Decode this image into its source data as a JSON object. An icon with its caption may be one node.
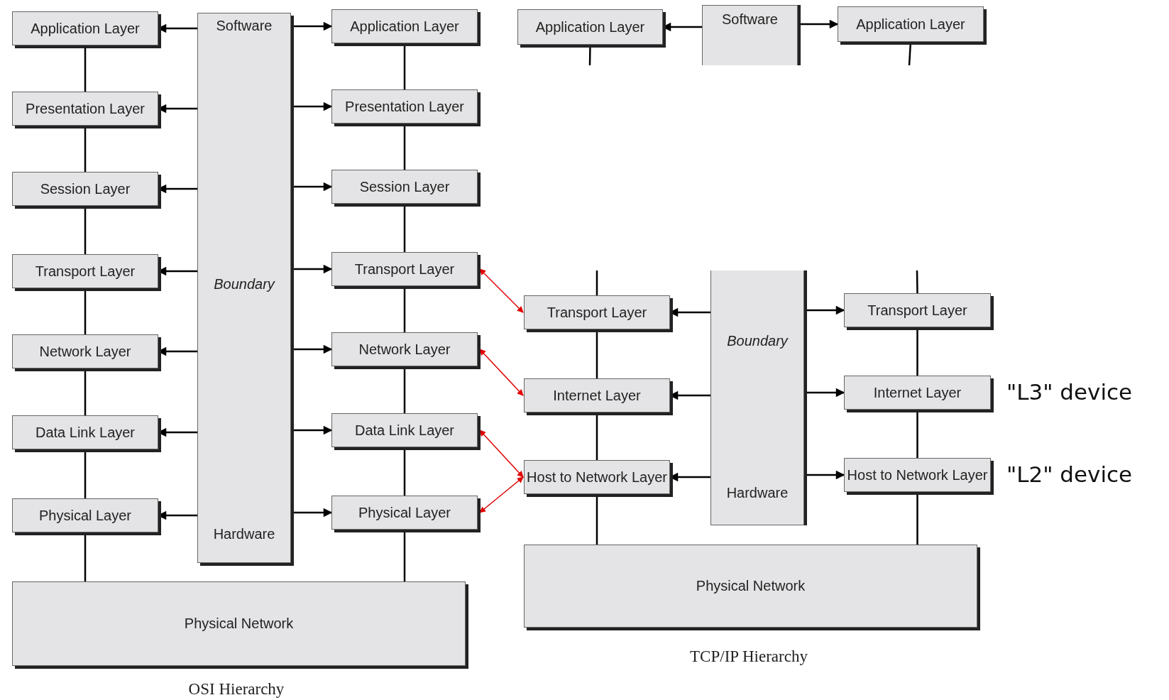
{
  "diagram": {
    "nodes": [
      {
        "text": [
          "Application Layer"
        ]
      },
      {
        "text": [
          "Presentation Layer"
        ]
      },
      {
        "text": [
          "Session Layer"
        ]
      },
      {
        "text": [
          "Transport Layer"
        ]
      },
      {
        "text": [
          "Network Layer"
        ]
      },
      {
        "text": [
          "Data Link Layer"
        ]
      },
      {
        "text": [
          "Physical Layer"
        ]
      },
      {
        "text": [
          "Software",
          "Boundary",
          "Hardware"
        ]
      },
      {
        "text": [
          "Application Layer"
        ]
      },
      {
        "text": [
          "Presentation Layer"
        ]
      },
      {
        "text": [
          "Session Layer"
        ]
      },
      {
        "text": [
          "Transport Layer"
        ]
      },
      {
        "text": [
          "Network Layer"
        ]
      },
      {
        "text": [
          "Data Link Layer"
        ]
      },
      {
        "text": [
          "Physical Layer"
        ]
      },
      {
        "text": [
          "Physical Network"
        ]
      },
      {
        "text": [
          "Application Layer"
        ]
      },
      {
        "text": [
          "Software"
        ]
      },
      {
        "text": [
          "Application Layer"
        ]
      },
      {
        "text": [
          "Transport Layer"
        ]
      },
      {
        "text": [
          "Internet Layer"
        ]
      },
      {
        "text": [
          "Host to Network Layer"
        ]
      },
      {
        "text": [
          "Boundary",
          "Hardware"
        ]
      },
      {
        "text": [
          "Transport Layer"
        ]
      },
      {
        "text": [
          "Internet Layer"
        ],
        "beside": [
          "\"L3\" device"
        ]
      },
      {
        "text": [
          "Host to Network Layer"
        ],
        "beside": [
          "\"L2\" device"
        ]
      },
      {
        "text": [
          "Physical Network"
        ]
      }
    ],
    "edges": [
      {
        "from": 0,
        "to": 1,
        "arrow": "none"
      },
      {
        "from": 1,
        "to": 2,
        "arrow": "none"
      },
      {
        "from": 2,
        "to": 3,
        "arrow": "none"
      },
      {
        "from": 3,
        "to": 4,
        "arrow": "none"
      },
      {
        "from": 4,
        "to": 5,
        "arrow": "none"
      },
      {
        "from": 5,
        "to": 6,
        "arrow": "none"
      },
      {
        "from": 6,
        "to": 15,
        "arrow": "none"
      },
      {
        "from": 7,
        "to": 0,
        "arrow": "to"
      },
      {
        "from": 7,
        "to": 1,
        "arrow": "to"
      },
      {
        "from": 7,
        "to": 2,
        "arrow": "to"
      },
      {
        "from": 7,
        "to": 3,
        "arrow": "to"
      },
      {
        "from": 7,
        "to": 4,
        "arrow": "to"
      },
      {
        "from": 7,
        "to": 5,
        "arrow": "to"
      },
      {
        "from": 7,
        "to": 6,
        "arrow": "to"
      },
      {
        "from": 7,
        "to": 8,
        "arrow": "to"
      },
      {
        "from": 7,
        "to": 9,
        "arrow": "to"
      },
      {
        "from": 7,
        "to": 10,
        "arrow": "to"
      },
      {
        "from": 7,
        "to": 11,
        "arrow": "to"
      },
      {
        "from": 7,
        "to": 12,
        "arrow": "to"
      },
      {
        "from": 7,
        "to": 13,
        "arrow": "to"
      },
      {
        "from": 7,
        "to": 14,
        "arrow": "to"
      },
      {
        "from": 8,
        "to": 9,
        "arrow": "none"
      },
      {
        "from": 9,
        "to": 10,
        "arrow": "none"
      },
      {
        "from": 10,
        "to": 11,
        "arrow": "none"
      },
      {
        "from": 11,
        "to": 12,
        "arrow": "none"
      },
      {
        "from": 12,
        "to": 13,
        "arrow": "none"
      },
      {
        "from": 13,
        "to": 14,
        "arrow": "none"
      },
      {
        "from": 14,
        "to": 15,
        "arrow": "none"
      },
      {
        "from": 17,
        "to": 16,
        "arrow": "to"
      },
      {
        "from": 17,
        "to": 18,
        "arrow": "to"
      },
      {
        "from": 16,
        "to": null,
        "arrow": "none"
      },
      {
        "from": 18,
        "to": null,
        "arrow": "none"
      },
      {
        "from": null,
        "to": 19,
        "arrow": "none"
      },
      {
        "from": 19,
        "to": 20,
        "arrow": "none"
      },
      {
        "from": 20,
        "to": 21,
        "arrow": "none"
      },
      {
        "from": 21,
        "to": 26,
        "arrow": "none"
      },
      {
        "from": null,
        "to": 23,
        "arrow": "none"
      },
      {
        "from": 23,
        "to": 24,
        "arrow": "none"
      },
      {
        "from": 24,
        "to": 25,
        "arrow": "none"
      },
      {
        "from": 25,
        "to": 26,
        "arrow": "none"
      },
      {
        "from": 22,
        "to": 19,
        "arrow": "to"
      },
      {
        "from": 22,
        "to": 20,
        "arrow": "to"
      },
      {
        "from": 22,
        "to": 21,
        "arrow": "to"
      },
      {
        "from": 22,
        "to": 23,
        "arrow": "to"
      },
      {
        "from": 22,
        "to": 24,
        "arrow": "to"
      },
      {
        "from": 22,
        "to": 25,
        "arrow": "to"
      },
      {
        "from": 11,
        "to": 19,
        "arrow": "both",
        "color": "#e00000"
      },
      {
        "from": 12,
        "to": 20,
        "arrow": "both",
        "color": "#e00000"
      },
      {
        "from": 13,
        "to": 21,
        "arrow": "both",
        "color": "#e00000"
      },
      {
        "from": 14,
        "to": 21,
        "arrow": "both",
        "color": "#e00000"
      }
    ],
    "labels": [
      "OSI Hierarchy",
      "TCP/IP Hierarchy"
    ]
  }
}
